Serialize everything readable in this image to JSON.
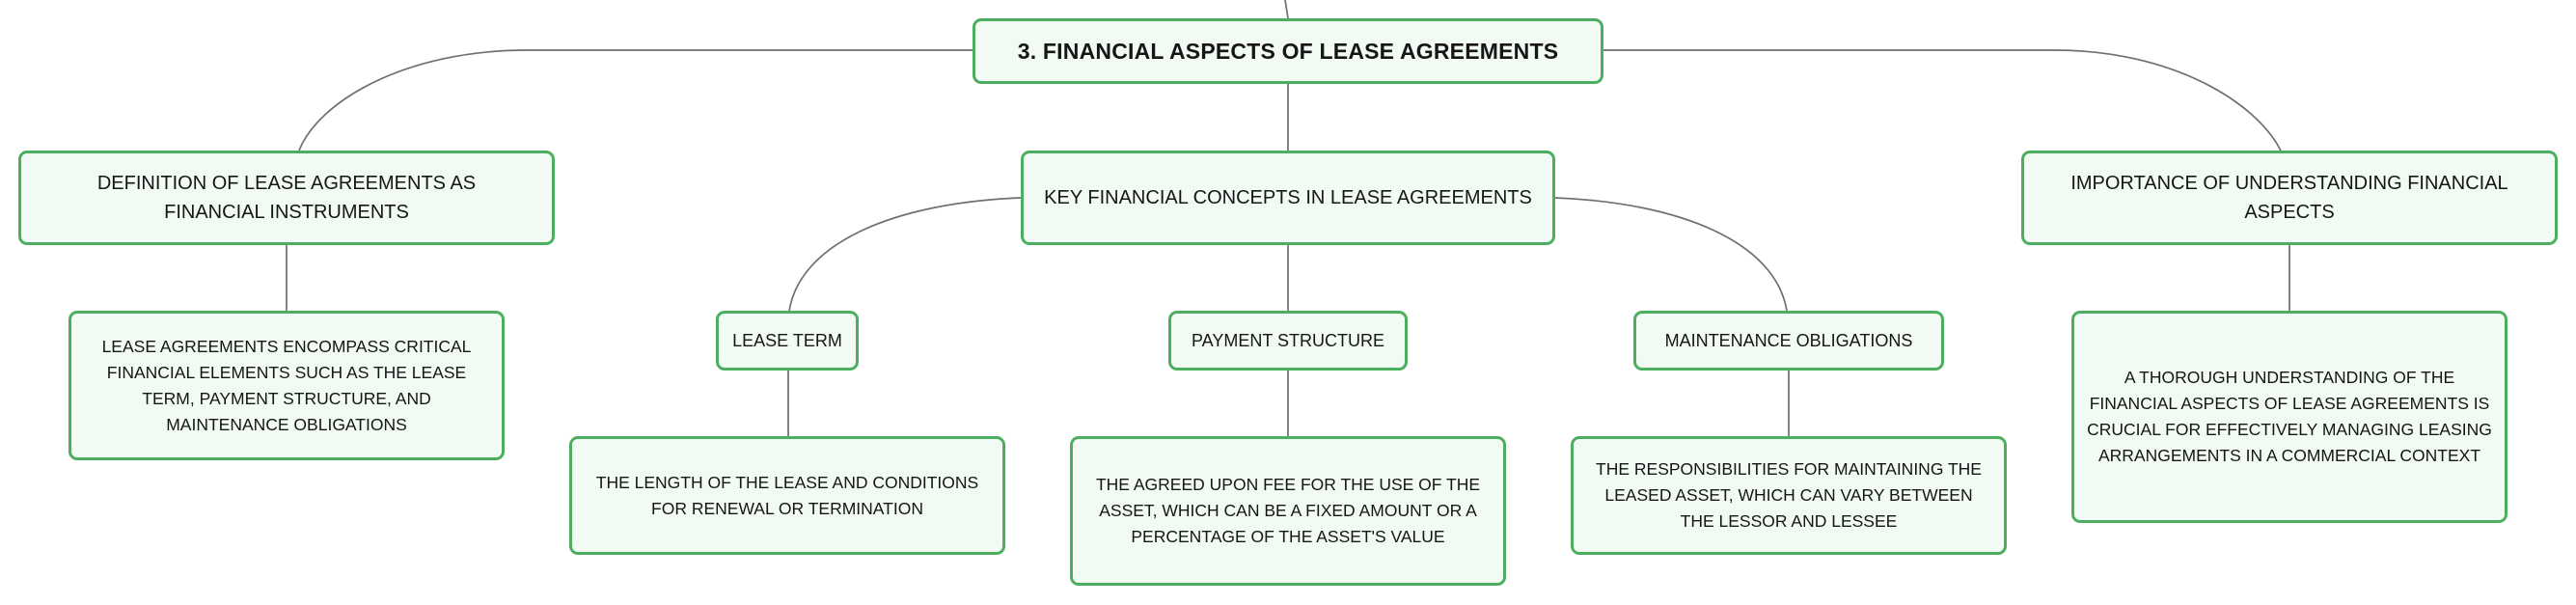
{
  "diagram": {
    "colors": {
      "node_fill": "#f1faf3",
      "node_border": "#4caf60",
      "connector": "#6f6f6f",
      "text": "#161616"
    },
    "root": {
      "label": "3. FINANCIAL ASPECTS OF LEASE AGREEMENTS"
    },
    "definition": {
      "label": "DEFINITION OF LEASE AGREEMENTS AS FINANCIAL INSTRUMENTS",
      "detail": "LEASE AGREEMENTS ENCOMPASS CRITICAL FINANCIAL ELEMENTS SUCH AS THE LEASE TERM, PAYMENT STRUCTURE, AND MAINTENANCE OBLIGATIONS"
    },
    "key_concepts": {
      "label": "KEY FINANCIAL CONCEPTS IN LEASE AGREEMENTS",
      "lease_term": {
        "label": "LEASE TERM",
        "detail": "THE LENGTH OF THE LEASE AND CONDITIONS FOR RENEWAL OR TERMINATION"
      },
      "payment_structure": {
        "label": "PAYMENT STRUCTURE",
        "detail": "THE AGREED UPON FEE FOR THE USE OF THE ASSET, WHICH CAN BE A FIXED AMOUNT OR A PERCENTAGE OF THE ASSET'S VALUE"
      },
      "maintenance": {
        "label": "MAINTENANCE OBLIGATIONS",
        "detail": "THE RESPONSIBILITIES FOR MAINTAINING THE LEASED ASSET, WHICH CAN VARY BETWEEN THE LESSOR AND LESSEE"
      }
    },
    "importance": {
      "label": "IMPORTANCE OF UNDERSTANDING FINANCIAL ASPECTS",
      "detail": "A THOROUGH UNDERSTANDING OF THE FINANCIAL ASPECTS OF LEASE AGREEMENTS IS CRUCIAL FOR EFFECTIVELY MANAGING LEASING ARRANGEMENTS IN A COMMERCIAL CONTEXT"
    }
  }
}
